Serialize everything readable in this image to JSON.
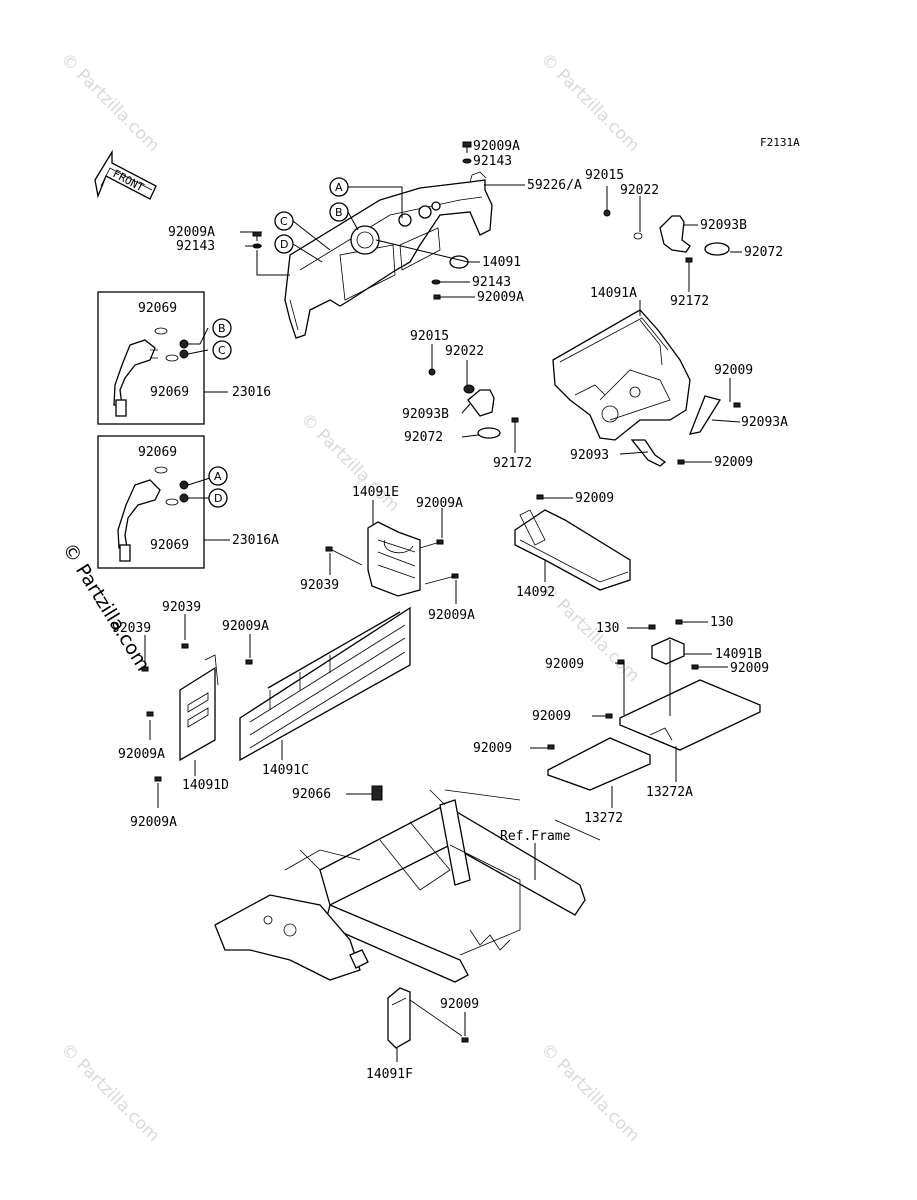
{
  "figure_code": "F2131A",
  "front_label": "FRONT",
  "watermarks": {
    "main": "© Partzilla.com",
    "faint": [
      "© Partzilla.com",
      "© Partzilla.com",
      "© Partzilla.com",
      "© Partzilla.com",
      "© Partzilla.com",
      "© Partzilla.com"
    ]
  },
  "callouts": [
    "A",
    "B",
    "C",
    "D",
    "B",
    "C",
    "A",
    "D"
  ],
  "labels": {
    "l1": "92009A",
    "l2": "92143",
    "l3": "59226/A",
    "l4": "92009A",
    "l5": "92143",
    "l6": "14091",
    "l7": "92143",
    "l8": "92009A",
    "l9": "92015",
    "l10": "92022",
    "l11": "92093B",
    "l12": "92072",
    "l13": "92172",
    "l14": "14091A",
    "l15": "92069",
    "l16": "92069",
    "l17": "23016",
    "l18": "92015",
    "l19": "92022",
    "l20": "92093B",
    "l21": "92072",
    "l22": "92172",
    "l23": "92009",
    "l24": "92093A",
    "l25": "92093",
    "l26": "92009",
    "l27": "92069",
    "l28": "92069",
    "l29": "23016A",
    "l30": "14091E",
    "l31": "92009A",
    "l32": "92009",
    "l33": "92039",
    "l34": "92009A",
    "l35": "14092",
    "l36": "92039",
    "l37": "92039",
    "l38": "92009A",
    "l39": "130",
    "l40": "130",
    "l41": "14091B",
    "l42": "92009",
    "l43": "92009",
    "l44": "92009",
    "l45": "92009A",
    "l46": "14091D",
    "l47": "14091C",
    "l48": "92009",
    "l49": "13272A",
    "l50": "92009A",
    "l51": "13272",
    "l52": "92066",
    "l53": "Ref.Frame",
    "l54": "92009",
    "l55": "14091F"
  }
}
